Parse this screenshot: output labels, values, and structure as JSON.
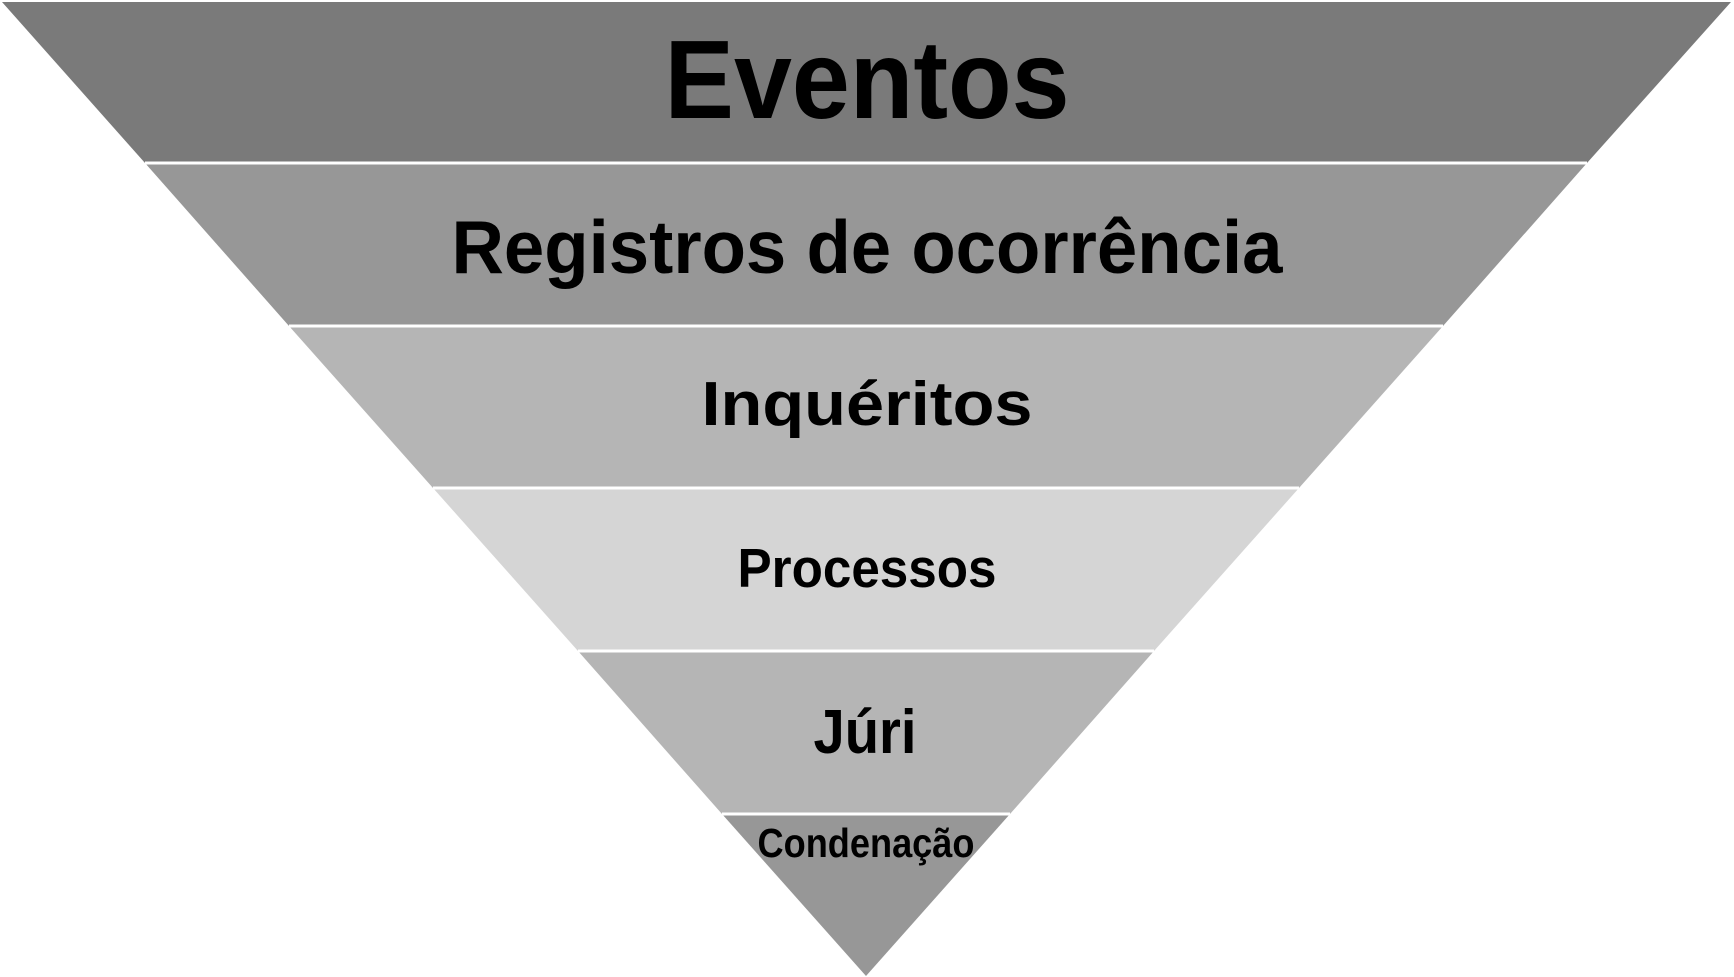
{
  "diagram": {
    "type": "inverted-funnel",
    "levels": [
      {
        "label": "Eventos",
        "color": "#7a7a7a"
      },
      {
        "label": "Registros de ocorrência",
        "color": "#979797"
      },
      {
        "label": "Inquéritos",
        "color": "#b5b5b5"
      },
      {
        "label": "Processos",
        "color": "#d5d5d5"
      },
      {
        "label": "Júri",
        "color": "#b5b5b5"
      },
      {
        "label": "Condenação",
        "color": "#979797"
      }
    ],
    "separator_color": "#ffffff",
    "background": "#ffffff"
  }
}
